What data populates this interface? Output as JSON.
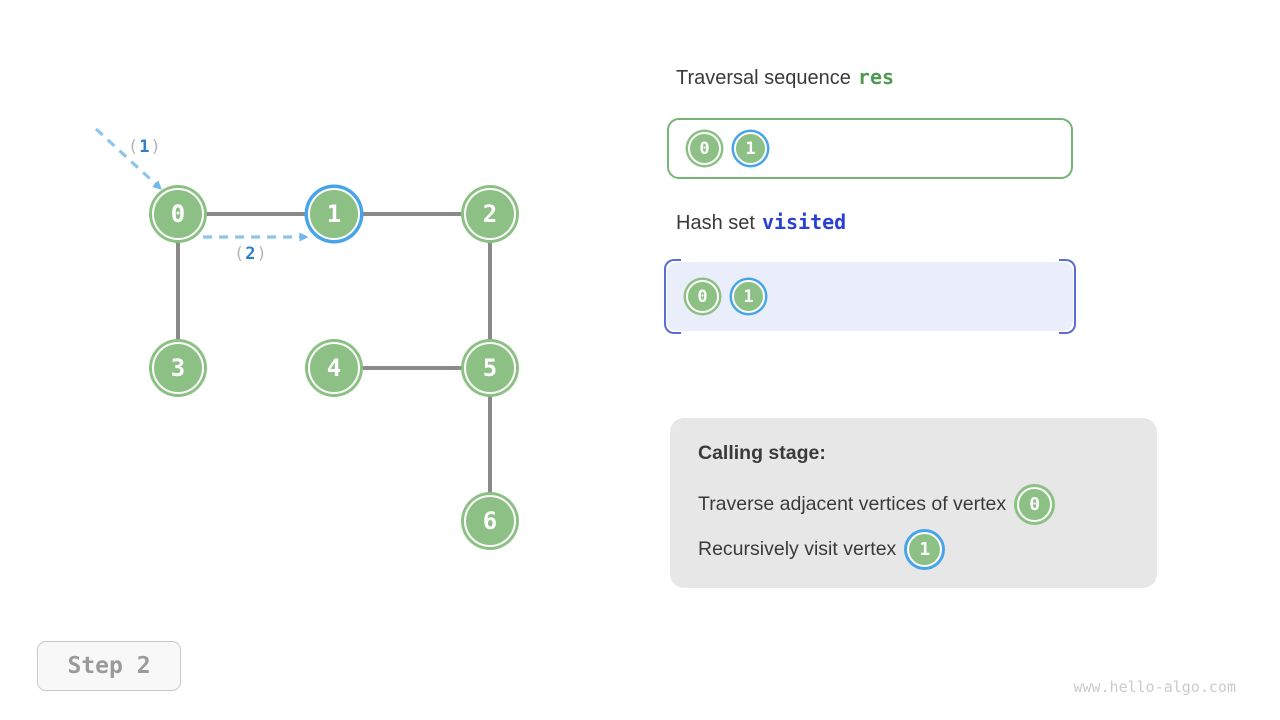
{
  "page": {
    "step_label": "Step 2",
    "watermark": "www.hello-algo.com"
  },
  "colors": {
    "node_green": "#8cc084",
    "highlight_blue": "#47a4e8",
    "edge_gray": "#8a8a8a",
    "dashed_arrow_blue": "#8cc5ee",
    "res_border_green": "#77b478",
    "res_code_green": "#4c9b50",
    "visited_code_blue": "#2b40d4",
    "visited_fill": "#eaeefb",
    "visited_bracket_blue": "#5a6ed2",
    "panel_gray": "#e7e7e7"
  },
  "graph": {
    "nodes": [
      {
        "label": "0",
        "highlighted": false
      },
      {
        "label": "1",
        "highlighted": true
      },
      {
        "label": "2",
        "highlighted": false
      },
      {
        "label": "3",
        "highlighted": false
      },
      {
        "label": "4",
        "highlighted": false
      },
      {
        "label": "5",
        "highlighted": false
      },
      {
        "label": "6",
        "highlighted": false
      }
    ],
    "edges": [
      [
        "0",
        "1"
      ],
      [
        "1",
        "2"
      ],
      [
        "0",
        "3"
      ],
      [
        "2",
        "5"
      ],
      [
        "4",
        "5"
      ],
      [
        "5",
        "6"
      ]
    ],
    "arrow_labels": [
      {
        "open": "(",
        "num": "1",
        "close": ")"
      },
      {
        "open": "(",
        "num": "2",
        "close": ")"
      }
    ]
  },
  "traversal": {
    "title_text": "Traversal sequence",
    "title_code": "res",
    "items": [
      {
        "label": "0",
        "highlighted": false
      },
      {
        "label": "1",
        "highlighted": true
      }
    ]
  },
  "visited": {
    "title_text": "Hash set",
    "title_code": "visited",
    "items": [
      {
        "label": "0",
        "highlighted": false
      },
      {
        "label": "1",
        "highlighted": true
      }
    ]
  },
  "calling_stage": {
    "title": "Calling stage:",
    "line1_text": "Traverse adjacent vertices of vertex",
    "line1_vertex": "0",
    "line2_text": "Recursively visit vertex",
    "line2_vertex": "1"
  }
}
